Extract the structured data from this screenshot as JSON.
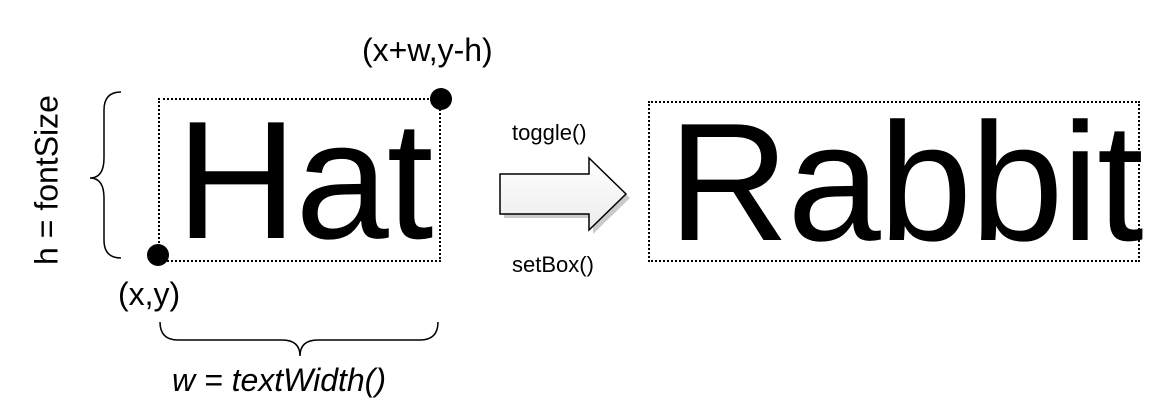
{
  "diagram": {
    "source_word": "Hat",
    "target_word": "Rabbit",
    "corner_top_label": "(x+w,y-h)",
    "corner_bottom_label": "(x,y)",
    "width_label": "w = textWidth()",
    "height_label": "h = fontSize",
    "arrow_top_label": "toggle()",
    "arrow_bottom_label": "setBox()"
  }
}
